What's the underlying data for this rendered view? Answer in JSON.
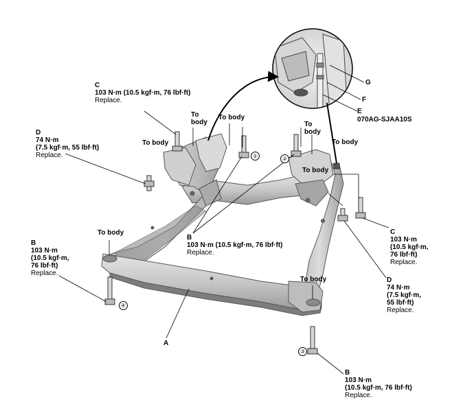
{
  "callouts": {
    "c_top": {
      "letter": "C",
      "torque": "103 N·m (10.5 kgf·m, 76 lbf·ft)",
      "note": "Replace."
    },
    "d_left": {
      "letter": "D",
      "torque_line1": "74 N·m",
      "torque_line2": "(7.5 kgf·m, 55 lbf·ft)",
      "note": "Replace."
    },
    "b_left": {
      "letter": "B",
      "torque_line1": "103 N·m",
      "torque_line2": "(10.5 kgf·m,",
      "torque_line3": "76 lbf·ft)",
      "note": "Replace."
    },
    "b_center": {
      "letter": "B",
      "torque": "103 N·m (10.5 kgf·m, 76 lbf·ft)",
      "note": "Replace."
    },
    "c_right": {
      "letter": "C",
      "torque_line1": "103 N·m",
      "torque_line2": "(10.5 kgf·m,",
      "torque_line3": "76 lbf·ft)",
      "note": "Replace."
    },
    "d_right": {
      "letter": "D",
      "torque_line1": "74 N·m",
      "torque_line2": "(7.5 kgf·m,",
      "torque_line3": "55 lbf·ft)",
      "note": "Replace."
    },
    "b_bottom": {
      "letter": "B",
      "torque": "103 N·m",
      "torque_line2": "(10.5 kgf·m, 76 lbf·ft)",
      "note": "Replace."
    }
  },
  "to_body": "To body",
  "part_a": "A",
  "detail": {
    "g": "G",
    "f": "F",
    "e": "E",
    "tool_code": "070AG-SJAA10S"
  },
  "markers": [
    "①",
    "②",
    "③",
    "④"
  ]
}
